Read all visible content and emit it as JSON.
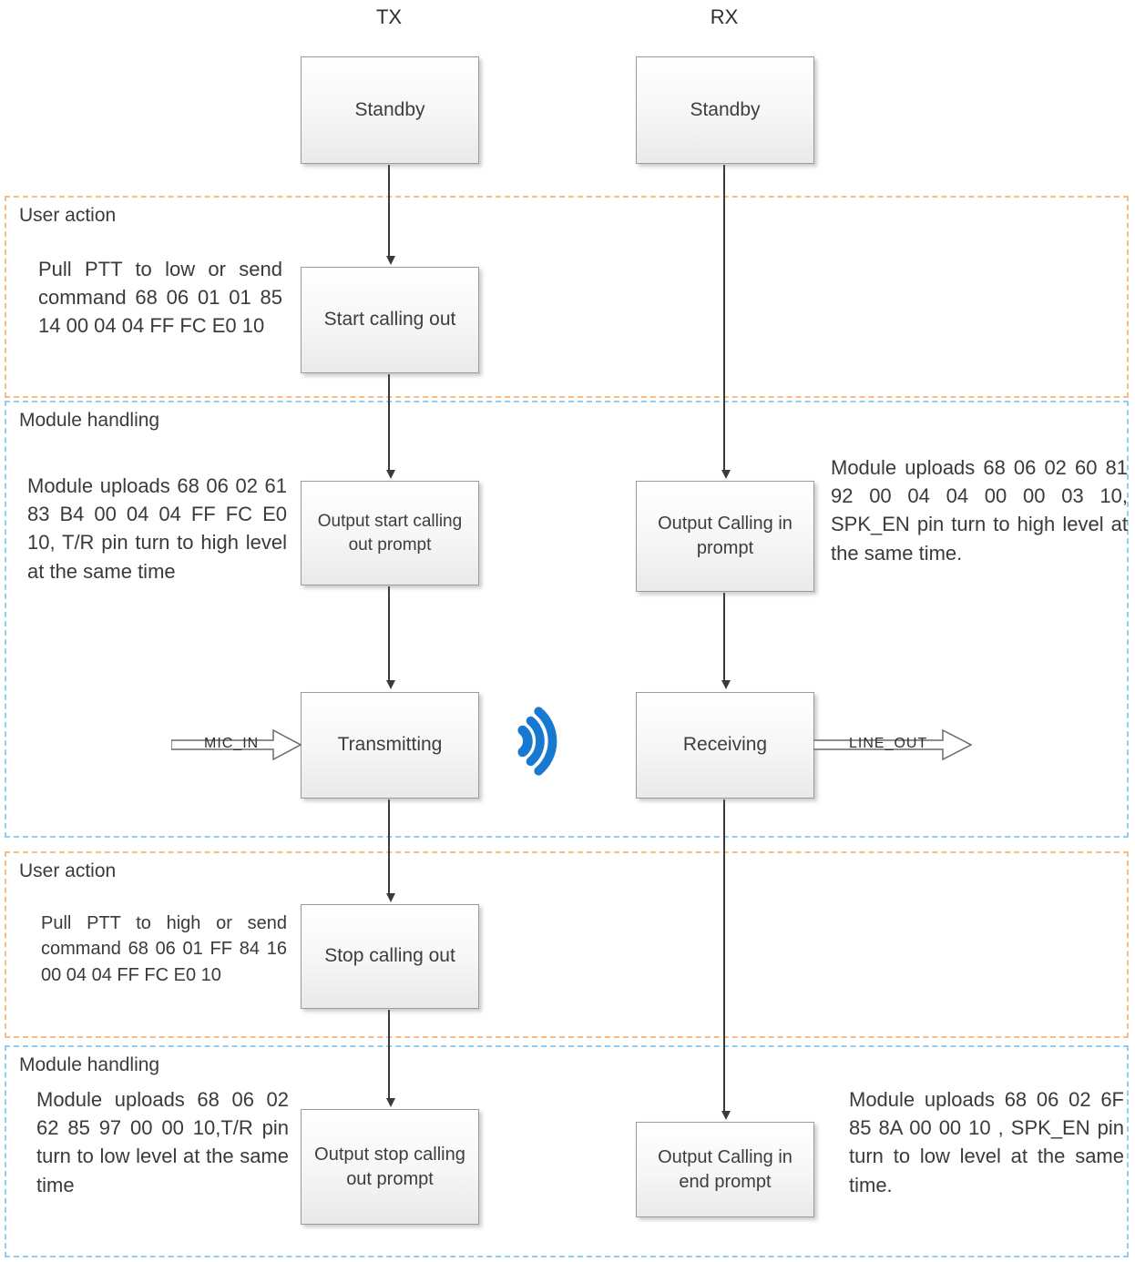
{
  "columns": {
    "tx": "TX",
    "rx": "RX"
  },
  "tx": {
    "standby": "Standby",
    "start_calling_out": "Start calling out",
    "output_start_prompt": "Output start calling out prompt",
    "transmitting": "Transmitting",
    "stop_calling_out": "Stop calling out",
    "output_stop_prompt": "Output stop calling out prompt"
  },
  "rx": {
    "standby": "Standby",
    "output_calling_in_prompt": "Output Calling in prompt",
    "receiving": "Receiving",
    "output_calling_in_end_prompt": "Output Calling in end prompt"
  },
  "bands": {
    "user_action_1": {
      "label": "User action",
      "tx_note": "Pull PTT to low or send command 68 06 01 01 85 14 00 04 04 FF FC E0 10"
    },
    "module_handling_1": {
      "label": "Module handling",
      "tx_note": "Module uploads 68 06 02 61 83 B4 00 04 04 FF FC E0 10, T/R pin turn to high level at the same time",
      "rx_note": "Module uploads 68 06 02 60 81 92 00 04 04 00 00 03 10, SPK_EN pin turn to high level at the same time."
    },
    "user_action_2": {
      "label": "User action",
      "tx_note": "Pull PTT to high or send command 68 06 01 FF 84 16 00 04 04 FF FC E0 10"
    },
    "module_handling_2": {
      "label": "Module handling",
      "tx_note": "Module uploads 68 06 02 62 85 97 00 00 10,T/R pin turn to low level at the same time",
      "rx_note": "Module uploads 68 06 02 6F 85 8A 00 00 10 , SPK_EN pin turn to low level at the same time."
    }
  },
  "signal_labels": {
    "mic_in": "MIC_IN",
    "line_out": "LINE_OUT"
  },
  "icons": {
    "radio_waves": "radio-waves-icon",
    "mic_arrow": "mic-in-arrow-icon",
    "line_arrow": "line-out-arrow-icon"
  },
  "colors": {
    "user_action_border": "#f3c083",
    "module_handling_border": "#8fd0ec",
    "wave_blue": "#1879d0",
    "node_border": "#9b9b9b",
    "arrow": "#3a3a3a"
  }
}
